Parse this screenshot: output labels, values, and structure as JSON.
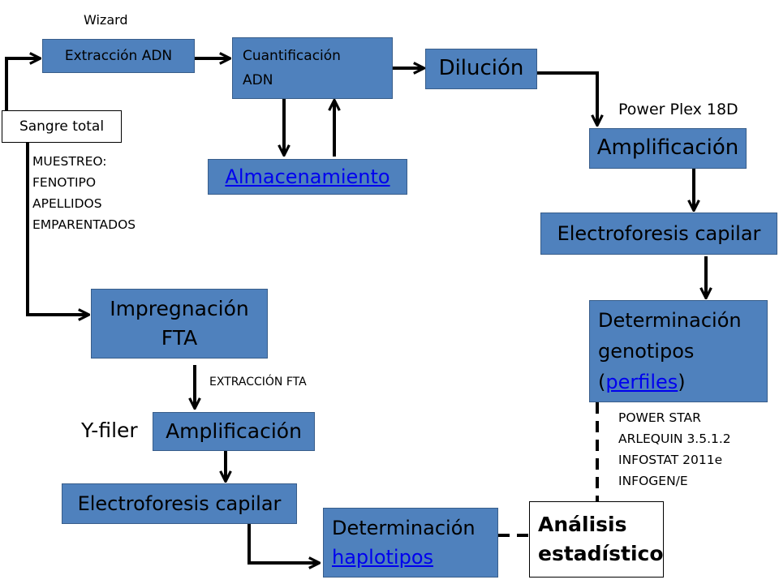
{
  "diagram": {
    "labels": {
      "wizard": "Wizard",
      "power_plex": "Power Plex 18D",
      "muestreo": [
        "MUESTREO:",
        "FENOTIPO",
        "APELLIDOS",
        "EMPARENTADOS"
      ],
      "extraccion_fta": "EXTRACCIÓN  FTA",
      "yfiler": "Y-filer",
      "software": [
        "POWER STAR",
        "ARLEQUIN 3.5.1.2",
        "INFOSTAT 2011e",
        "INFOGEN/E"
      ]
    },
    "nodes": {
      "sangre": "Sangre total",
      "extraccion_adn": "Extracción ADN",
      "cuantificacion": [
        "Cuantificación",
        "ADN"
      ],
      "dilucion": "Dilución",
      "almacenamiento": "Almacenamiento",
      "amplificacion_right": "Amplificación",
      "electro_right": "Electroforesis capilar",
      "genotipos": {
        "line1": "Determinación",
        "line2": "genotipos",
        "open": "(",
        "link": "perfiles",
        "close": ")"
      },
      "impregnacion": [
        "Impregnación",
        "FTA"
      ],
      "amplificacion_left": "Amplificación",
      "electro_left": "Electroforesis capilar",
      "haplotipos": {
        "line1": "Determinación",
        "link": "haplotipos"
      },
      "analisis": [
        "Análisis",
        "estadístico"
      ]
    }
  }
}
